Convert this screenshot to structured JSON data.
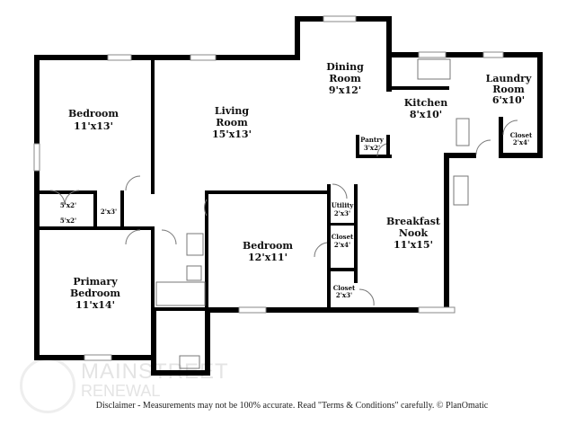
{
  "rooms": {
    "bedroom1": {
      "name": "Bedroom",
      "size": "11'x13'"
    },
    "living": {
      "name1": "Living",
      "name2": "Room",
      "size": "15'x13'"
    },
    "dining": {
      "name1": "Dining",
      "name2": "Room",
      "size": "9'x12'"
    },
    "kitchen": {
      "name": "Kitchen",
      "size": "8'x10'"
    },
    "laundry": {
      "name1": "Laundry",
      "name2": "Room",
      "size": "6'x10'"
    },
    "closet_laundry": {
      "name": "Closet",
      "size": "2'x4'"
    },
    "pantry": {
      "name": "Pantry",
      "size": "3'x2'"
    },
    "closet_a": {
      "size": "5'x2'"
    },
    "closet_b": {
      "size": "5'x2'"
    },
    "closet_c": {
      "size": "2'x3'"
    },
    "utility": {
      "name": "Utility",
      "size": "2'x3'"
    },
    "closet_d": {
      "name": "Closet",
      "size": "2'x4'"
    },
    "closet_e": {
      "name": "Closet",
      "size": "2'x3'"
    },
    "breakfast": {
      "name1": "Breakfast",
      "name2": "Nook",
      "size": "11'x15'"
    },
    "bedroom2": {
      "name": "Bedroom",
      "size": "12'x11'"
    },
    "primary": {
      "name1": "Primary",
      "name2": "Bedroom",
      "size": "11'x14'"
    }
  },
  "logo": {
    "line1": "MAINSTREET",
    "line2": "RENEWAL"
  },
  "disclaimer": "Disclaimer - Measurements may not be 100% accurate. Read \"Terms & Conditions\" carefully. © PlanOmatic"
}
